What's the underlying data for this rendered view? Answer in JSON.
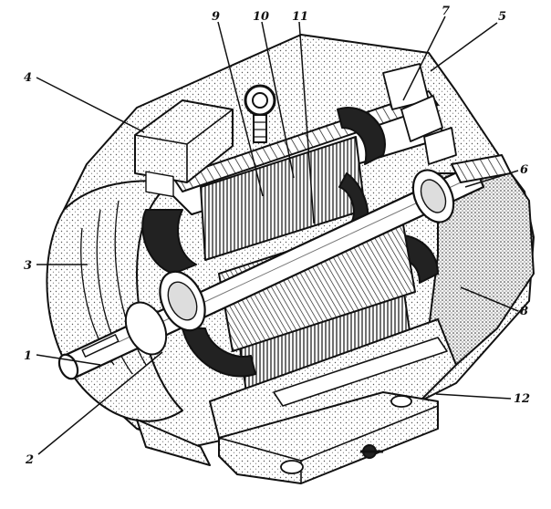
{
  "callouts": [
    {
      "id": "1",
      "text": "1"
    },
    {
      "id": "2",
      "text": "2"
    },
    {
      "id": "3",
      "text": "3"
    },
    {
      "id": "4",
      "text": "4"
    },
    {
      "id": "5",
      "text": "5"
    },
    {
      "id": "6",
      "text": "6"
    },
    {
      "id": "7",
      "text": "7"
    },
    {
      "id": "8",
      "text": "8"
    },
    {
      "id": "9",
      "text": "9"
    },
    {
      "id": "10",
      "text": "10"
    },
    {
      "id": "11",
      "text": "11"
    },
    {
      "id": "12",
      "text": "12"
    }
  ],
  "colors": {
    "ink": "#111111",
    "paper": "#ffffff",
    "shade": "#cfcfcf"
  }
}
